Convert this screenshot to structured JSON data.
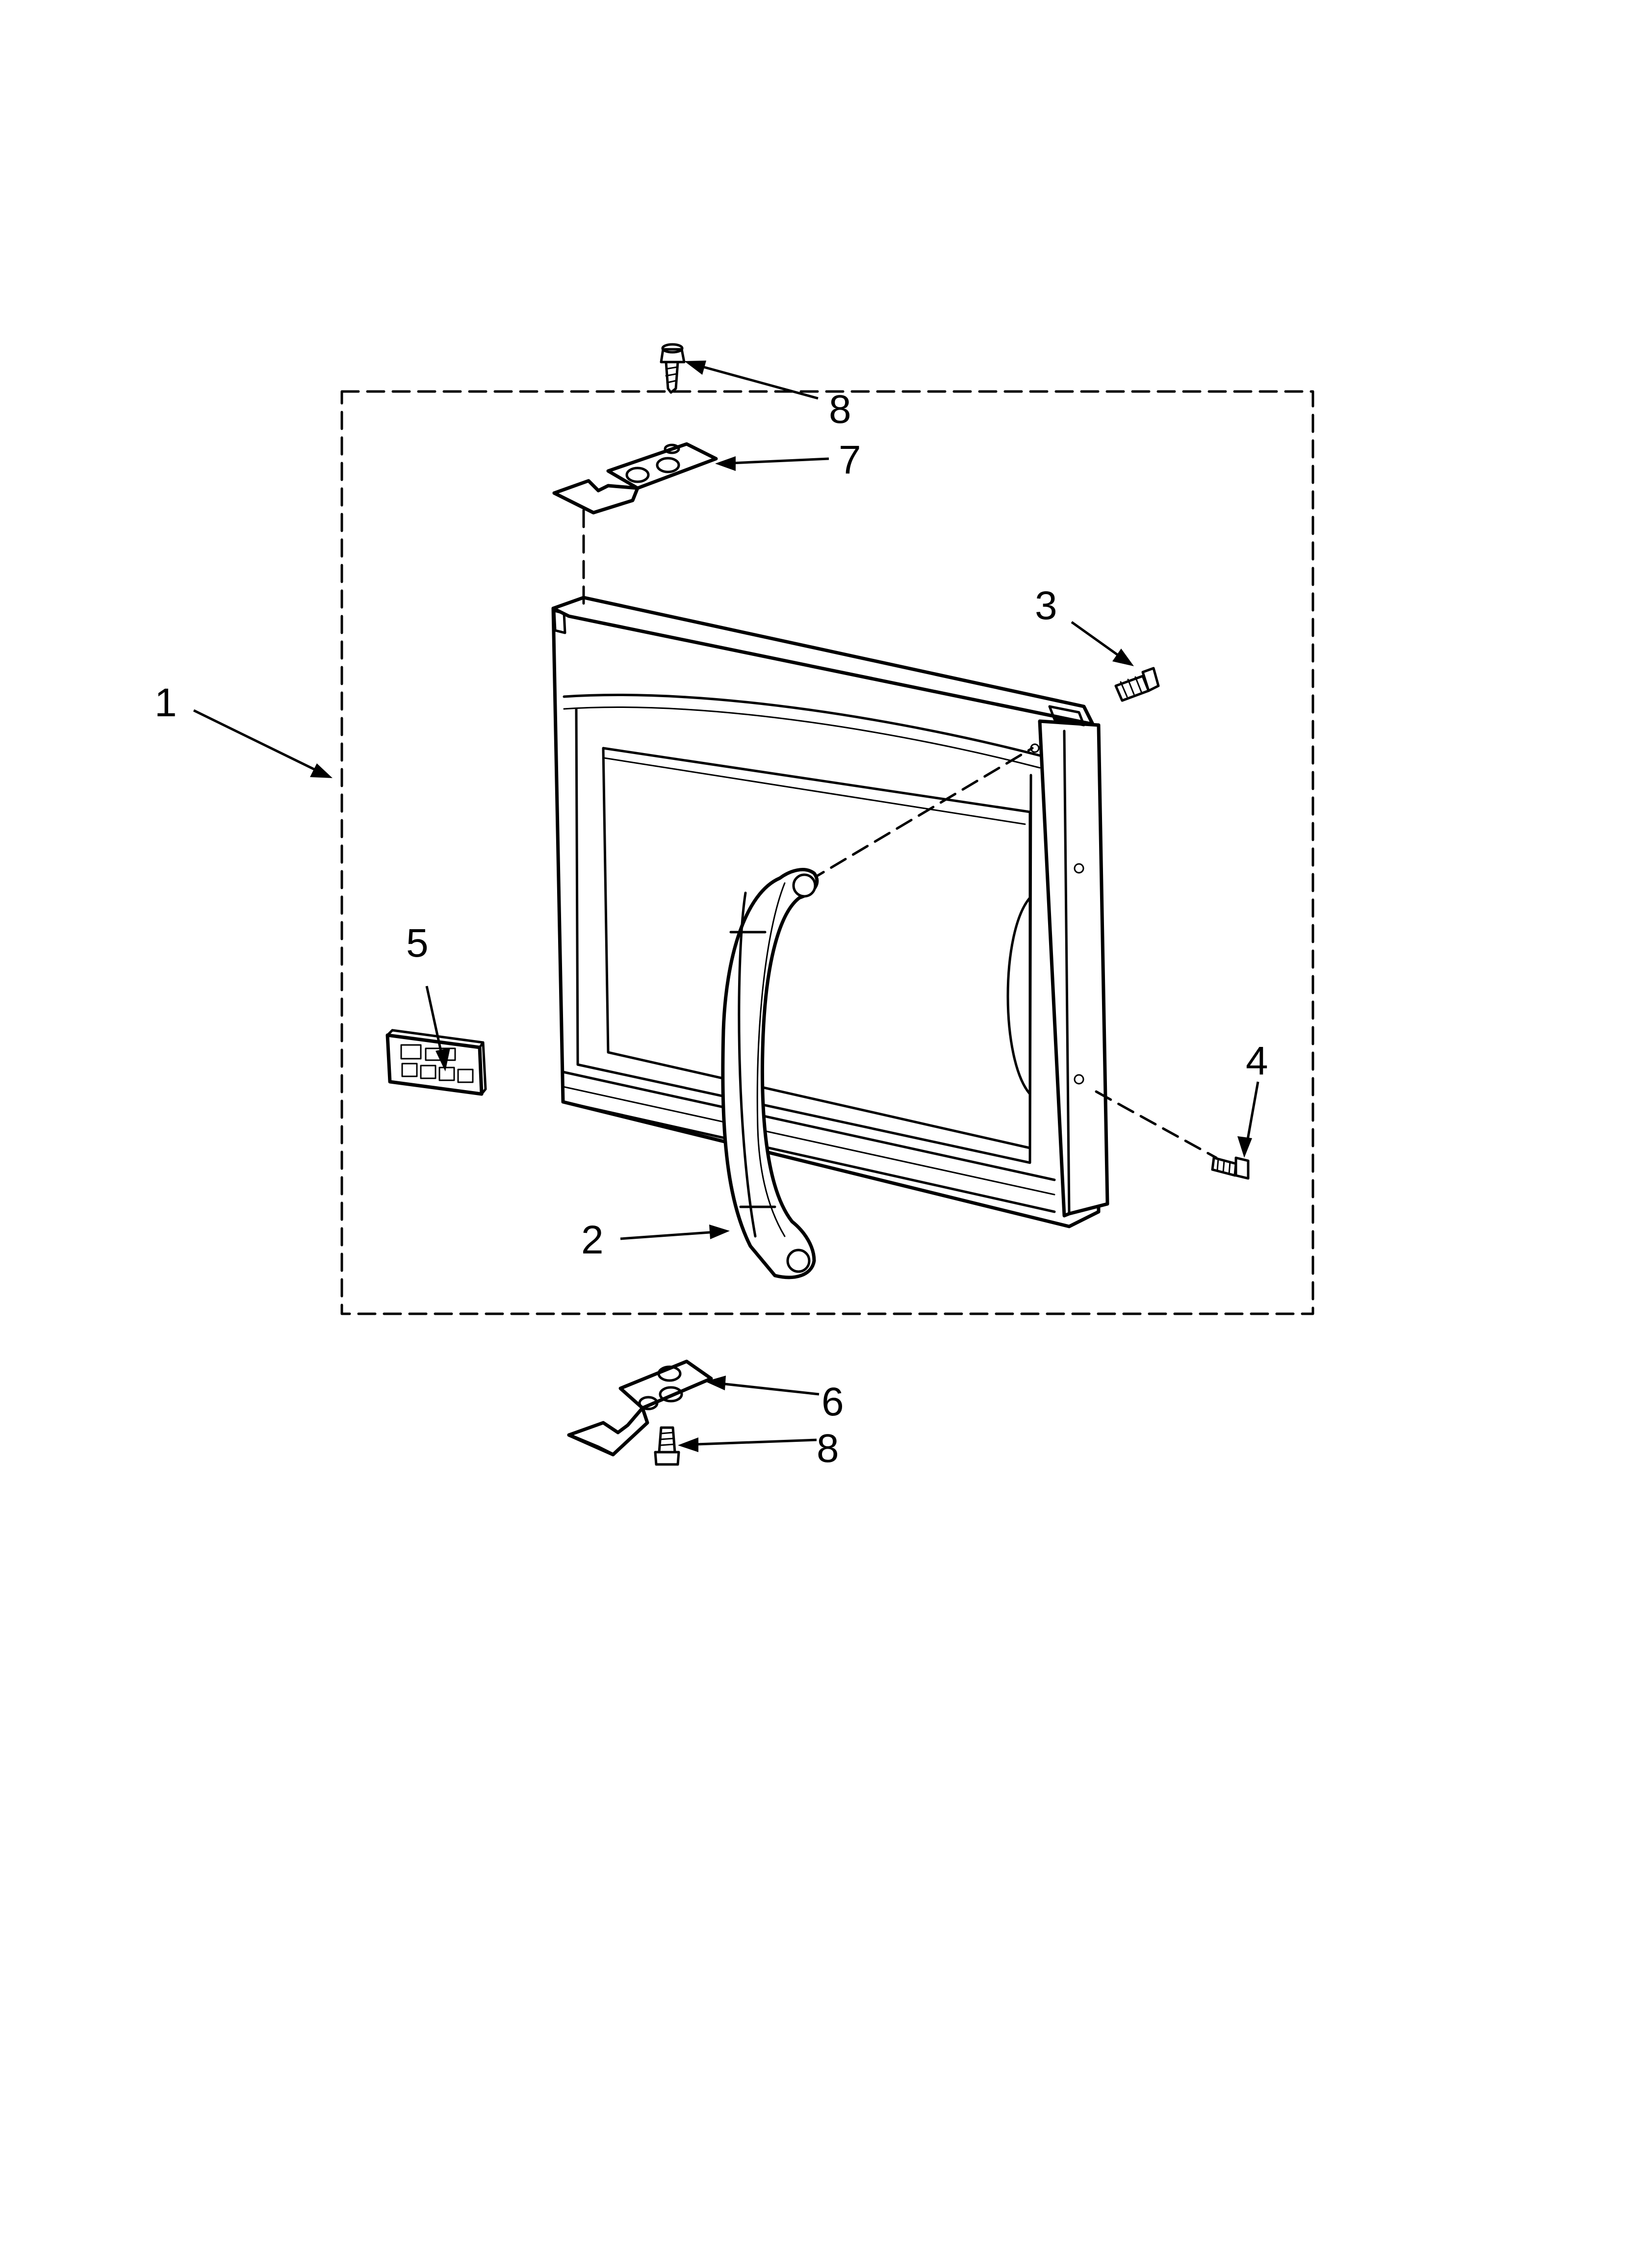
{
  "callouts": [
    {
      "id": "1",
      "label": "1",
      "part": "door-assembly"
    },
    {
      "id": "2",
      "label": "2",
      "part": "door-handle"
    },
    {
      "id": "3",
      "label": "3",
      "part": "handle-screw-upper"
    },
    {
      "id": "4",
      "label": "4",
      "part": "side-screw"
    },
    {
      "id": "5",
      "label": "5",
      "part": "control-label"
    },
    {
      "id": "6",
      "label": "6",
      "part": "lower-hinge"
    },
    {
      "id": "7",
      "label": "7",
      "part": "upper-hinge"
    },
    {
      "id": "8a",
      "label": "8",
      "part": "upper-hinge-screw"
    },
    {
      "id": "8b",
      "label": "8",
      "part": "lower-hinge-screw"
    }
  ],
  "colors": {
    "line": "#000000",
    "background": "#ffffff"
  }
}
